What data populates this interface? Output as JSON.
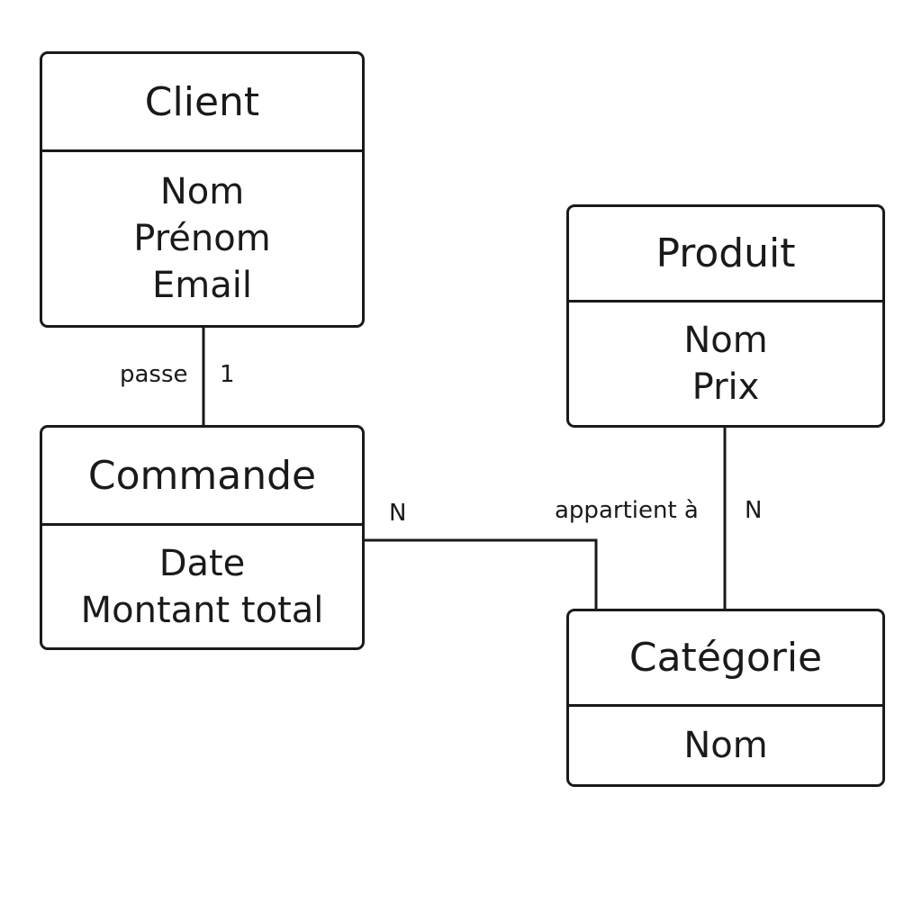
{
  "entities": {
    "client": {
      "title": "Client",
      "attributes": [
        "Nom",
        "Prénom",
        "Email"
      ]
    },
    "commande": {
      "title": "Commande",
      "attributes": [
        "Date",
        "Montant total"
      ]
    },
    "produit": {
      "title": "Produit",
      "attributes": [
        "Nom",
        "Prix"
      ]
    },
    "categorie": {
      "title": "Catégorie",
      "attributes": [
        "Nom"
      ]
    }
  },
  "relationships": {
    "client_commande": {
      "label": "passe",
      "cardinality": "1"
    },
    "commande_categorie": {
      "cardinality": "N"
    },
    "produit_categorie": {
      "label": "appartient à",
      "cardinality": "N"
    }
  }
}
